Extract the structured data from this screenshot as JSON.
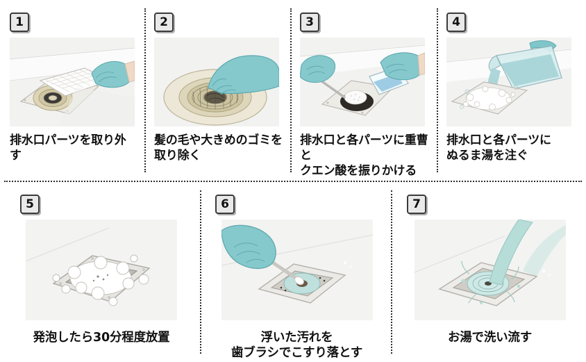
{
  "document": {
    "kind": "instructional-infographic",
    "language": "ja",
    "background_color": "#ffffff",
    "text_color": "#111111",
    "divider_color": "#2b2b2b",
    "badge_fill": "#e9e9e9",
    "badge_border": "#3a3a3a",
    "illustration_bg": "#f2f2f1",
    "glove_color": "#7ec6c9",
    "water_color": "#a8d5d2",
    "drain_color": "#d9d2b6"
  },
  "rows": [
    {
      "name": "row-top",
      "steps": [
        {
          "number": "1",
          "caption": "排水口パーツを取り外す",
          "illustration": "gloved-hand-lifting-drain-cover",
          "illustration_alt": "青い手袋の手が四角い排水口のカバーを持ち上げている"
        },
        {
          "number": "2",
          "caption": "髪の毛や大きめのゴミを\n取り除く",
          "illustration": "gloved-hand-removing-hair-from-strainer",
          "illustration_alt": "青い手袋の手が丸い排水口のヘアキャッチャーからゴミを取り除いている"
        },
        {
          "number": "3",
          "caption": "排水口と各パーツに重曹と\nクエン酸を振りかける",
          "illustration": "two-gloved-hands-sprinkling-baking-soda-and-citric-acid",
          "illustration_alt": "手袋をした両手がスプーンの重曹と容器のクエン酸を排水口に振りかけている"
        },
        {
          "number": "4",
          "caption": "排水口と各パーツに\nぬるま湯を注ぐ",
          "illustration": "pitcher-pouring-warm-water-onto-drain",
          "illustration_alt": "ピッチャーからぬるま湯を泡立つ排水口に注いでいる"
        }
      ]
    },
    {
      "name": "row-bottom",
      "steps": [
        {
          "number": "5",
          "caption": "発泡したら30分程度放置",
          "illustration": "drain-foaming-with-bubbles",
          "illustration_alt": "排水口が白く発泡して泡が広がっている"
        },
        {
          "number": "6",
          "caption": "浮いた汚れを\n歯ブラシでこすり落とす",
          "illustration": "gloved-hand-scrubbing-drain-with-toothbrush",
          "illustration_alt": "青い手袋の手が歯ブラシで排水口をこすっている"
        },
        {
          "number": "7",
          "caption": "お湯で洗い流す",
          "illustration": "hot-water-rinsing-drain",
          "illustration_alt": "お湯を勢いよく流して排水口を洗い流している"
        }
      ]
    }
  ]
}
